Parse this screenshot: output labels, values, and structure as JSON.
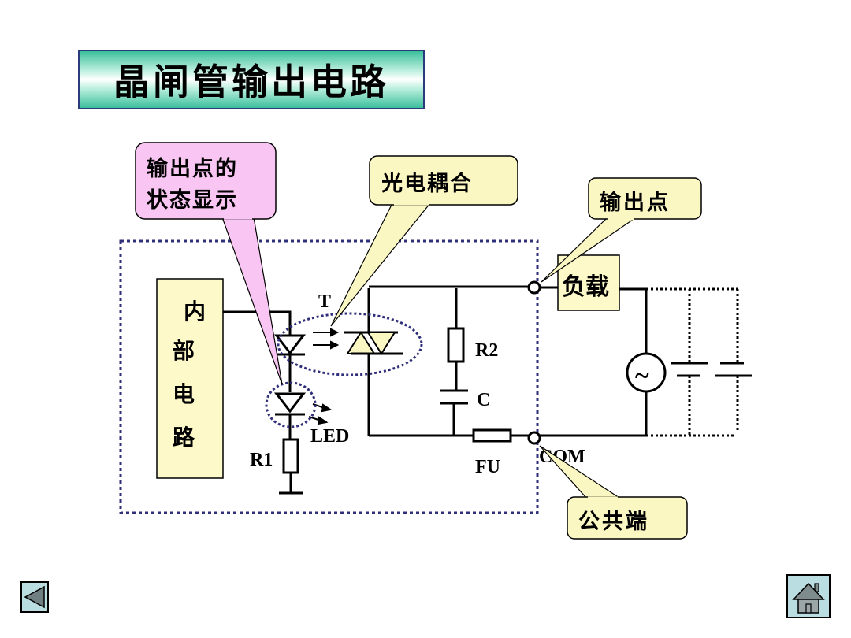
{
  "slide": {
    "title": "晶闸管输出电路"
  },
  "callouts": {
    "led_status": {
      "line1": "输出点的",
      "line2": "状态显示",
      "color": "#f9c6f3"
    },
    "optocoupler": {
      "text": "光电耦合",
      "color": "#fbf7c3"
    },
    "output_point": {
      "text": "输出点",
      "color": "#fbf7c3"
    },
    "common": {
      "text": "公共端",
      "color": "#fbf7c3"
    }
  },
  "circuit": {
    "internal_circuit": [
      "内",
      "部",
      "电",
      "路"
    ],
    "load": "负载",
    "labels": {
      "T": "T",
      "R2": "R2",
      "C": "C",
      "LED": "LED",
      "R1": "R1",
      "FU": "FU",
      "COM": "COM"
    },
    "ac_source_symbol": "~",
    "boundary_color": "#2f2f7a",
    "box_fill": "#fdf9c8"
  },
  "navigation": {
    "prev_icon": "triangle-left-icon",
    "home_icon": "home-icon"
  }
}
